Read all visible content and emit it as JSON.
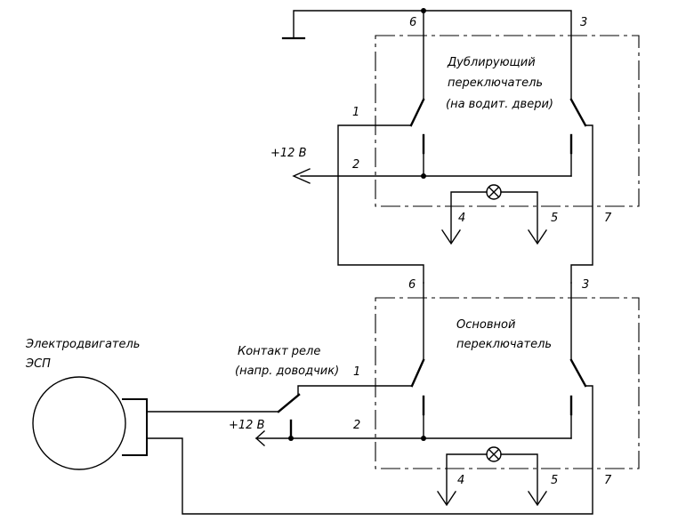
{
  "labels": {
    "duplicate_switch_line1": "Дублирующий",
    "duplicate_switch_line2": "переключатель",
    "duplicate_switch_line3": "(на водит. двери)",
    "main_switch_line1": "Основной",
    "main_switch_line2": "переключатель",
    "motor_line1": "Электродвигатель",
    "motor_line2": "ЭСП",
    "relay_line1": "Контакт реле",
    "relay_line2": "(напр. доводчик)",
    "plus12_top": "+12  В",
    "plus12_bottom": "+12  В"
  },
  "top_terminals": {
    "t1": "1",
    "t2": "2",
    "t3": "3",
    "t4": "4",
    "t5": "5",
    "t6": "6",
    "t7": "7"
  },
  "bottom_terminals": {
    "t1": "1",
    "t2": "2",
    "t3": "3",
    "t4": "4",
    "t5": "5",
    "t6": "6",
    "t7": "7"
  }
}
